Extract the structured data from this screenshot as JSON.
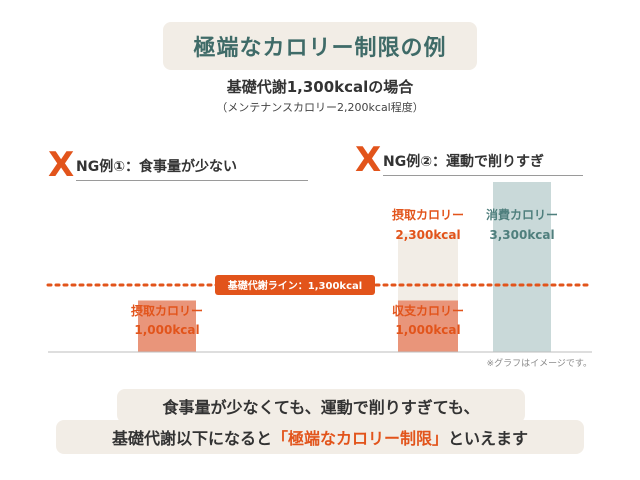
{
  "title": "極端なカロリー制限の例",
  "subtitle": "基礎代謝1,300kcalの場合",
  "note": "（メンテナンスカロリー2,200kcal程度）",
  "ng1": {
    "mark": "X",
    "label": "NG例①：食事量が少ない"
  },
  "ng2": {
    "mark": "X",
    "label": "NG例②：運動で削りすぎ"
  },
  "disclaimer": "※グラフはイメージです。",
  "footer": {
    "line1": "食事量が少なくても、運動で削りすぎても、",
    "line2_pre": "基礎代謝以下になると",
    "line2_highlight": "「極端なカロリー制限」",
    "line2_post": "といえます"
  },
  "colors": {
    "accent": "#e2541b",
    "title_text": "#3f6b68",
    "intake_bar": "#e9957a",
    "intake_faded": "#f2ede6",
    "burn_bar": "#c9d9d9",
    "burn_label": "#4f7f7d",
    "label_bg": "#f2ede6"
  },
  "chart_data": {
    "type": "bar",
    "baseline": {
      "label": "基礎代謝ライン：1,300kcal",
      "value": 1300
    },
    "ylim": [
      0,
      3300
    ],
    "bars": [
      {
        "group": "NG例①",
        "name": "摂取カロリー",
        "value_label": "1,000kcal",
        "value": 1000,
        "style": "intake"
      },
      {
        "group": "NG例②",
        "name": "摂取カロリー",
        "value_label": "2,300kcal",
        "value": 2300,
        "style": "intake"
      },
      {
        "group": "NG例②",
        "name": "収支カロリー",
        "value_label": "1,000kcal",
        "value": 1000,
        "style": "intake"
      },
      {
        "group": "NG例②",
        "name": "消費カロリー",
        "value_label": "3,300kcal",
        "value": 3300,
        "style": "burn"
      }
    ]
  }
}
